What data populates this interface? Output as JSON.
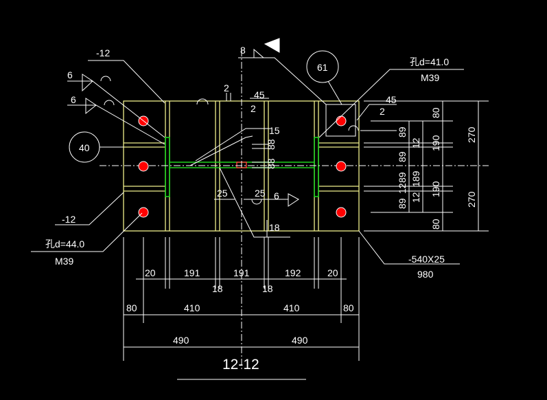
{
  "drawing": {
    "section_title": "12-12",
    "hole_top": "孔d=41.0",
    "bolt_top": "M39",
    "hole_bottom": "孔d=44.0",
    "bolt_bottom": "M39",
    "plate_spec": "-540X25",
    "plate_len": "980",
    "weld_8": "8",
    "weld_6a": "6",
    "weld_6b": "6",
    "weld_6c": "6",
    "weld_2a": "2",
    "weld_2b": "2",
    "weld_2c": "2",
    "dim_45a": "45",
    "dim_45b": "45",
    "dim_15": "15",
    "dim_25a": "25",
    "dim_25b": "25",
    "dim_18": "18",
    "dim_88a": "88",
    "dim_88b": "88",
    "plate_left_top": "-12",
    "plate_left_bottom": "-12",
    "detail_61": "61",
    "detail_40": "40"
  },
  "dims_vertical_right": {
    "a": [
      "80",
      "190",
      "190",
      "80"
    ],
    "b": [
      "270",
      "270"
    ],
    "inner": [
      "89",
      "12",
      "89",
      "89",
      "12",
      "189",
      "89",
      "12"
    ]
  },
  "dims_horizontal": {
    "row1": [
      "20",
      "191",
      "18",
      "191",
      "18",
      "192",
      "20"
    ],
    "row2": [
      "80",
      "410",
      "410",
      "80"
    ],
    "row3": [
      "490",
      "490"
    ]
  },
  "colors": {
    "background": "#000000",
    "lines": "#ffffff",
    "plate": "#f0f08c",
    "weld_plate": "#1fd11f",
    "bolt": "#ff0000"
  }
}
